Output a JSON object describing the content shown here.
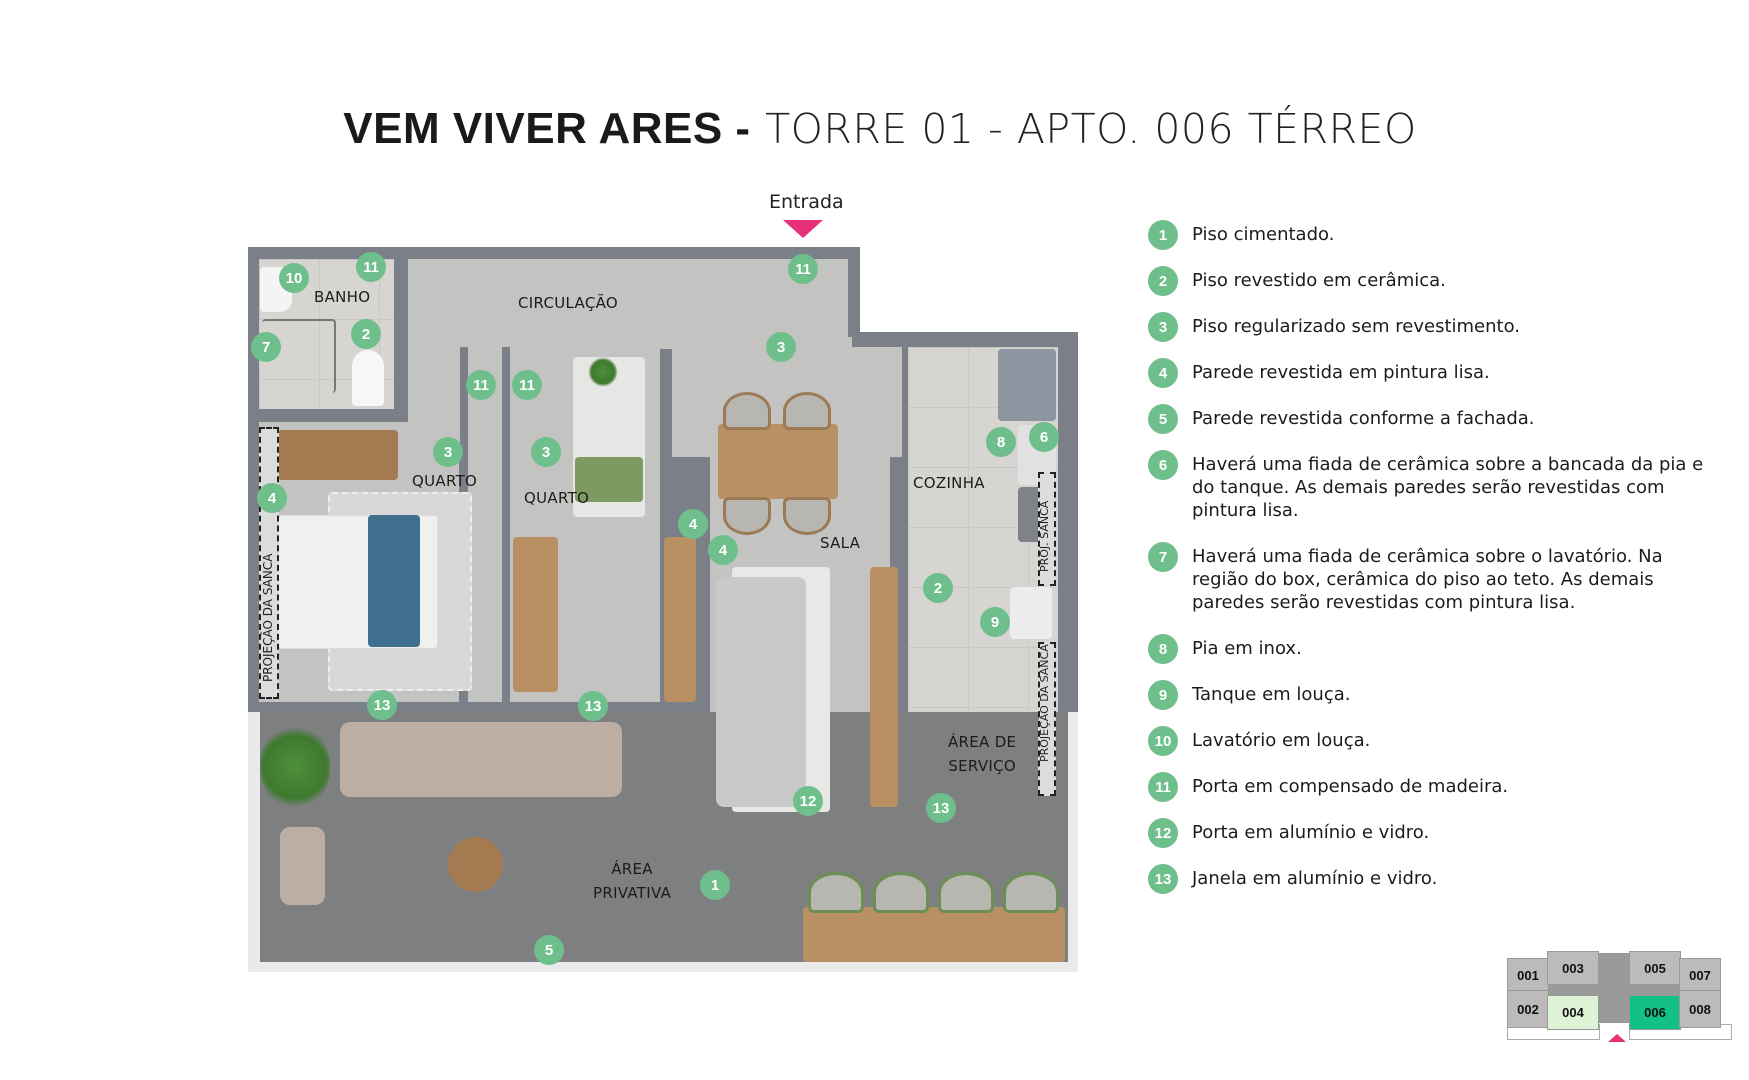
{
  "title": {
    "bold": "VEM VIVER ARES -",
    "light": "TORRE 01 - APTO. 006 TÉRREO"
  },
  "entrance": {
    "label": "Entrada",
    "arrow_color": "#e6317a"
  },
  "plan": {
    "rooms": {
      "banho": "BANHO",
      "circulacao": "CIRCULAÇÃO",
      "quarto1": "QUARTO",
      "quarto2": "QUARTO",
      "cozinha": "COZINHA",
      "sala": "SALA",
      "area_servico_1": "ÁREA DE",
      "area_servico_2": "SERVIÇO",
      "area_privativa_1": "ÁREA",
      "area_privativa_2": "PRIVATIVA"
    },
    "annotations": {
      "sanca_left": "PROJEÇÃO DA SANCA",
      "sanca_kitchen": "PROJ. SANCA",
      "sanca_service": "PROJEÇÃO DA SANCA"
    },
    "markers": [
      "10",
      "11",
      "2",
      "7",
      "11",
      "11",
      "11",
      "3",
      "3",
      "3",
      "4",
      "4",
      "4",
      "8",
      "6",
      "2",
      "9",
      "13",
      "13",
      "12",
      "13",
      "1",
      "5"
    ]
  },
  "legend": {
    "marker_color": "#6fbf8c",
    "items": [
      {
        "num": "1",
        "text": "Piso cimentado."
      },
      {
        "num": "2",
        "text": "Piso revestido em cerâmica."
      },
      {
        "num": "3",
        "text": "Piso regularizado sem revestimento."
      },
      {
        "num": "4",
        "text": "Parede revestida em pintura lisa."
      },
      {
        "num": "5",
        "text": "Parede revestida conforme a fachada."
      },
      {
        "num": "6",
        "text": "Haverá uma fiada de cerâmica sobre a bancada da pia e do tanque. As demais paredes serão revestidas com pintura lisa."
      },
      {
        "num": "7",
        "text": "Haverá uma fiada de cerâmica sobre o lavatório. Na região do box, cerâmica do piso ao teto. As demais paredes serão revestidas com pintura lisa."
      },
      {
        "num": "8",
        "text": "Pia em inox."
      },
      {
        "num": "9",
        "text": "Tanque em louça."
      },
      {
        "num": "10",
        "text": "Lavatório em louça."
      },
      {
        "num": "11",
        "text": "Porta em compensado de madeira."
      },
      {
        "num": "12",
        "text": "Porta em alumínio e vidro."
      },
      {
        "num": "13",
        "text": "Janela em alumínio e vidro."
      }
    ]
  },
  "keyplan": {
    "units": [
      "001",
      "003",
      "005",
      "007",
      "002",
      "004",
      "006",
      "008"
    ],
    "highlight_current": "006",
    "highlight_current_color": "#13c184",
    "highlight_neighbor": "004",
    "highlight_neighbor_color": "#dff3d6"
  }
}
